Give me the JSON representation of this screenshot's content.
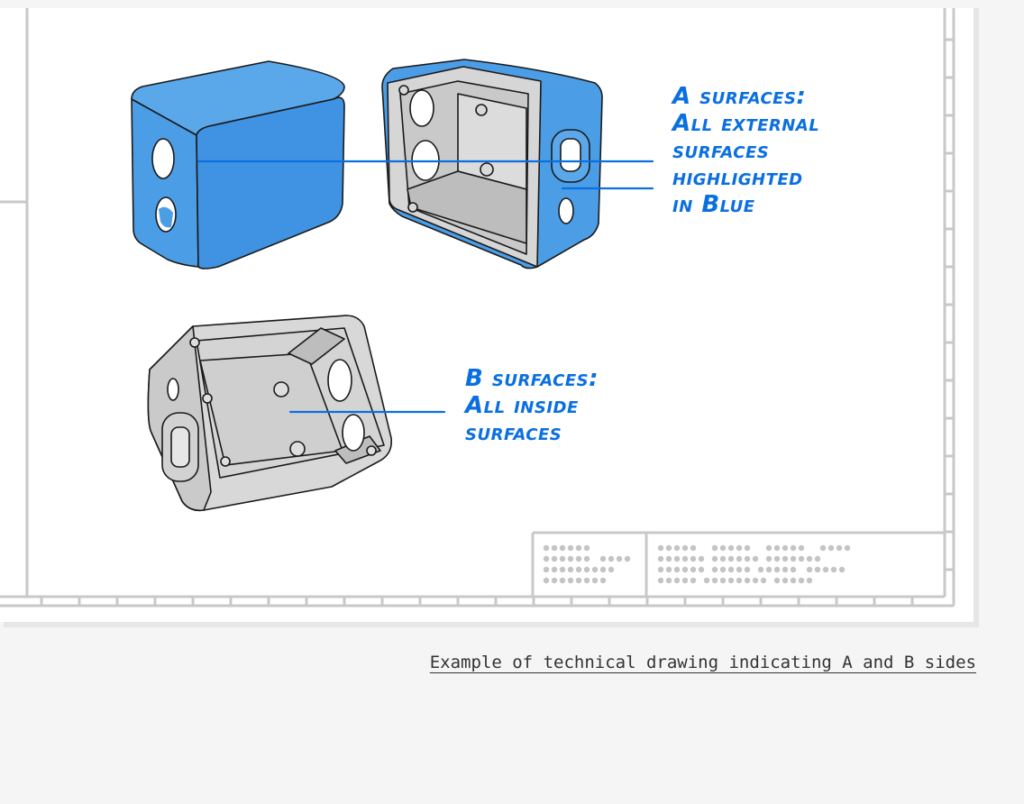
{
  "annotations": {
    "a_surfaces": {
      "lines": [
        "A surfaces:",
        "All external",
        "surfaces",
        "highlighted",
        "in Blue"
      ]
    },
    "b_surfaces": {
      "lines": [
        "B surfaces:",
        "All inside",
        "surfaces"
      ]
    }
  },
  "caption": "Example of technical drawing indicating A and B sides",
  "colors": {
    "highlight_blue": "#4a9de6",
    "annotation_blue": "#0a6fe0",
    "part_gray": "#d2d2d2",
    "frame_gray": "#c8c8c8",
    "background": "#f5f5f5",
    "sheet": "#ffffff"
  },
  "parts": [
    {
      "name": "enclosure-front-view",
      "highlighted": "external"
    },
    {
      "name": "enclosure-open-view",
      "highlighted": "external"
    },
    {
      "name": "enclosure-inside-view",
      "highlighted": "none"
    }
  ]
}
